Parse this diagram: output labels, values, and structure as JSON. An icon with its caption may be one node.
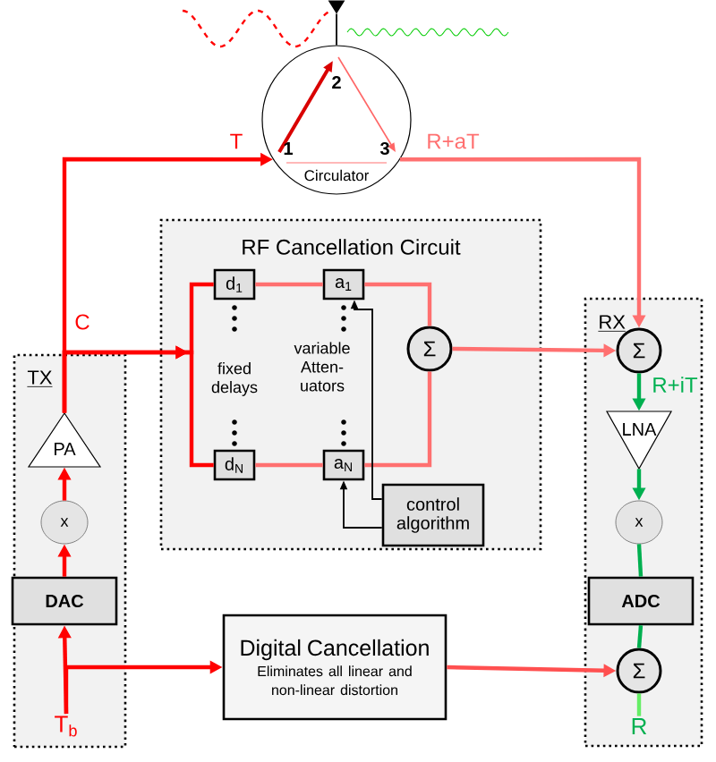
{
  "diagram": {
    "nodes": [
      {
        "text": [
          "Circulator"
        ]
      },
      {
        "text": [
          "RF Cancellation Circuit"
        ]
      },
      {
        "text": [
          "d$_{1}$"
        ],
        "in": 1
      },
      {
        "text": [
          "a$_{1}$"
        ],
        "in": 1
      },
      {
        "text": [
          "d$_{N}$"
        ],
        "in": 1
      },
      {
        "text": [
          "a$_{N}$"
        ],
        "in": 1
      },
      {
        "text": [
          "Σ"
        ],
        "in": 1
      },
      {
        "text": [
          "control algorithm"
        ],
        "in": 1
      },
      {
        "text": [
          "TX"
        ]
      },
      {
        "text": [
          "PA"
        ],
        "in": 8
      },
      {
        "text": [
          "x"
        ],
        "in": 8
      },
      {
        "text": [
          "DAC"
        ],
        "in": 8
      },
      {
        "text": [
          "RX"
        ]
      },
      {
        "text": [
          "Σ"
        ],
        "in": 12
      },
      {
        "text": [
          "LNA"
        ],
        "in": 12
      },
      {
        "text": [
          "x"
        ],
        "in": 12
      },
      {
        "text": [
          "ADC"
        ],
        "in": 12
      },
      {
        "text": [
          "Σ"
        ],
        "in": 12
      },
      {
        "text": [
          "Digital Cancellation",
          "Eliminates all linear and non-linear distortion"
        ]
      },
      {
        "text": [],
        "shape": "antenna"
      },
      {
        "text": [
          "T$_{b}$"
        ],
        "in": 8
      },
      {
        "text": [
          "R"
        ],
        "in": 12
      }
    ],
    "edges": [
      {
        "from": 9,
        "to": 0,
        "arrow": "to",
        "label": "T"
      },
      {
        "from": 9,
        "to": 2,
        "arrow": "to",
        "label": "C"
      },
      {
        "from": 9,
        "to": 4,
        "arrow": "to"
      },
      {
        "from": 2,
        "to": 3,
        "arrow": "none",
        "color": "#ff7070"
      },
      {
        "from": 4,
        "to": 5,
        "arrow": "none",
        "color": "#ff7070"
      },
      {
        "from": 3,
        "to": 6,
        "arrow": "none",
        "color": "#ff7070"
      },
      {
        "from": 5,
        "to": 6,
        "arrow": "none",
        "color": "#ff7070"
      },
      {
        "from": 7,
        "to": 5,
        "arrow": "to",
        "color": "#000000"
      },
      {
        "from": 7,
        "to": 3,
        "arrow": "to",
        "color": "#000000"
      },
      {
        "from": 6,
        "to": 13,
        "arrow": "to",
        "color": "#ff7070"
      },
      {
        "from": 0,
        "to": 13,
        "arrow": "to",
        "label": "R+aT",
        "color": "#ff7070"
      },
      {
        "from": 0,
        "to": 19,
        "arrow": "none",
        "color": "#000000"
      },
      {
        "from": 13,
        "to": 14,
        "arrow": "to",
        "label": "R+iT",
        "color": "#00b050"
      },
      {
        "from": 14,
        "to": 15,
        "arrow": "to",
        "color": "#00b050"
      },
      {
        "from": 15,
        "to": 16,
        "arrow": "none",
        "color": "#00b050"
      },
      {
        "from": 16,
        "to": 17,
        "arrow": "none",
        "color": "#00b050"
      },
      {
        "from": 17,
        "to": 21,
        "arrow": "none",
        "color": "#66ee66"
      },
      {
        "from": 11,
        "to": 10,
        "arrow": "to"
      },
      {
        "from": 10,
        "to": 9,
        "arrow": "to"
      },
      {
        "from": 20,
        "to": 11,
        "arrow": "to"
      },
      {
        "from": 20,
        "to": 18,
        "arrow": "to"
      },
      {
        "from": 18,
        "to": 17,
        "arrow": "to",
        "color": "#ff5050"
      }
    ],
    "labels": [
      "2",
      "1",
      "3",
      "fixed delays",
      "variable Atten- uators"
    ]
  }
}
